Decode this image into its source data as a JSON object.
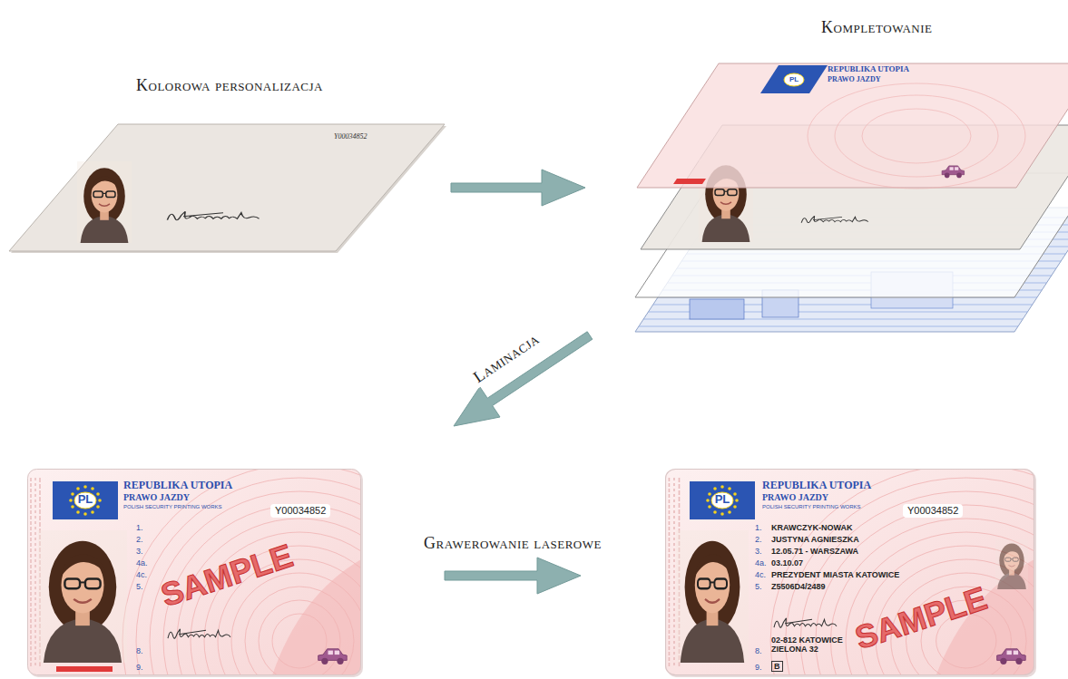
{
  "diagram": {
    "nodes": [
      {
        "text": [
          "Kolorowa personalizacja",
          "Y00034852"
        ]
      },
      {
        "text": [
          "Kompletowanie",
          "PL",
          "REPUBLIKA UTOPIA",
          "PRAWO JAZDY"
        ]
      },
      {
        "text": [
          "PL",
          "REPUBLIKA UTOPIA",
          "PRAWO JAZDY",
          "POLISH SECURITY PRINTING WORKS",
          "Y00034852",
          "1.",
          "2.",
          "3.",
          "4a.",
          "4c.",
          "5.",
          "SAMPLE",
          "8.",
          "9."
        ]
      },
      {
        "text": [
          "PL",
          "REPUBLIKA UTOPIA",
          "PRAWO JAZDY",
          "POLISH SECURITY PRINTING WORKS",
          "Y00034852",
          "1.",
          "KRAWCZYK-NOWAK",
          "2.",
          "JUSTYNA AGNIESZKA",
          "3.",
          "12.05.71 - WARSZAWA",
          "4a.",
          "03.10.07",
          "4c.",
          "PREZYDENT MIASTA KATOWICE",
          "5.",
          "Z5506D4/2489",
          "SAMPLE",
          "8.",
          "02-812 KATOWICE ZIELONA 32",
          "9.",
          "B"
        ]
      }
    ],
    "edges": [
      {
        "from": 0,
        "to": 1,
        "arrow": "to"
      },
      {
        "from": 1,
        "to": 2,
        "label": "Laminacja",
        "arrow": "to"
      },
      {
        "from": 2,
        "to": 3,
        "label": "Grawerowanie laserowe",
        "arrow": "to"
      }
    ]
  }
}
